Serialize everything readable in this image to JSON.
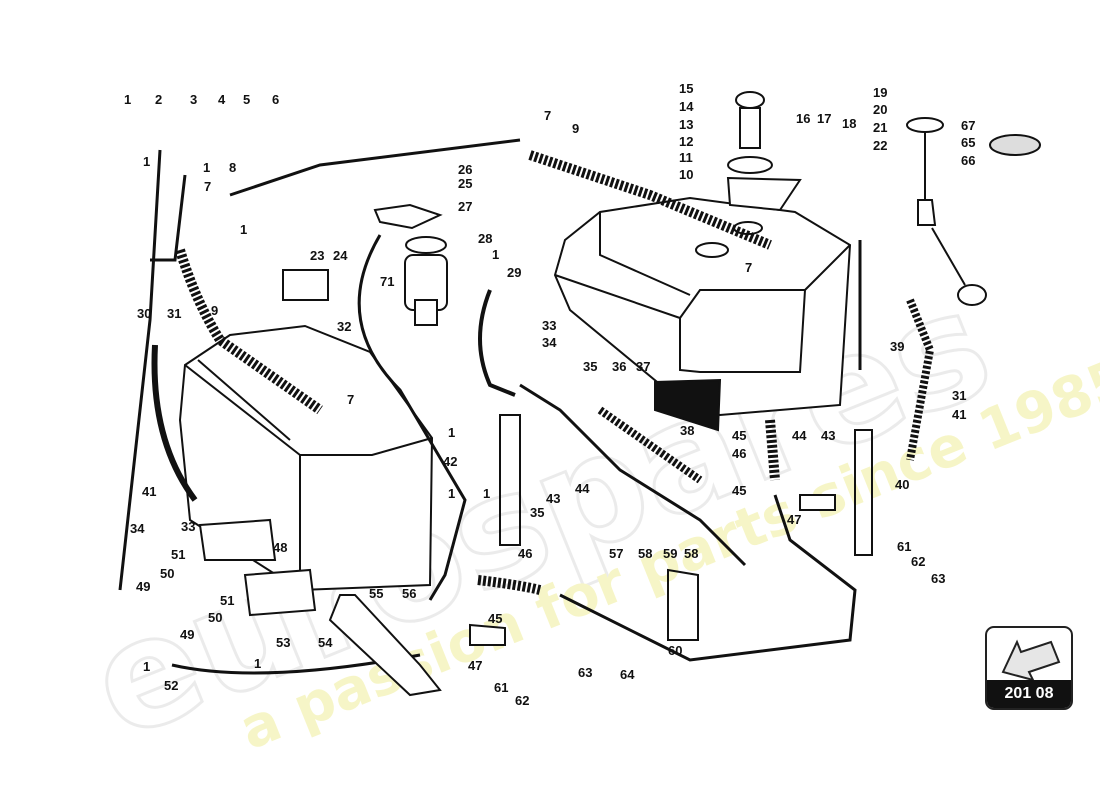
{
  "watermark": {
    "logo_text": "eurospares",
    "tagline": "a passion for parts since 1985"
  },
  "page_ref": {
    "label": "201 08",
    "icon": "left-down-arrow-icon"
  },
  "callouts": [
    "1",
    "2",
    "3",
    "4",
    "5",
    "6",
    "1",
    "1",
    "8",
    "7",
    "1",
    "9",
    "30",
    "31",
    "41",
    "34",
    "33",
    "23",
    "24",
    "32",
    "7",
    "26",
    "25",
    "27",
    "28",
    "1",
    "71",
    "29",
    "7",
    "9",
    "15",
    "14",
    "13",
    "12",
    "11",
    "10",
    "16",
    "17",
    "18",
    "19",
    "20",
    "21",
    "22",
    "67",
    "65",
    "66",
    "7",
    "33",
    "34",
    "35",
    "36",
    "37",
    "38",
    "39",
    "31",
    "41",
    "45",
    "46",
    "44",
    "43",
    "40",
    "45",
    "47",
    "42",
    "1",
    "1",
    "1",
    "43",
    "44",
    "35",
    "46",
    "57",
    "58",
    "59",
    "58",
    "60",
    "45",
    "61",
    "62",
    "63",
    "51",
    "48",
    "50",
    "49",
    "51",
    "50",
    "49",
    "53",
    "54",
    "55",
    "56",
    "1",
    "1",
    "52",
    "47",
    "61",
    "62",
    "63",
    "64"
  ]
}
